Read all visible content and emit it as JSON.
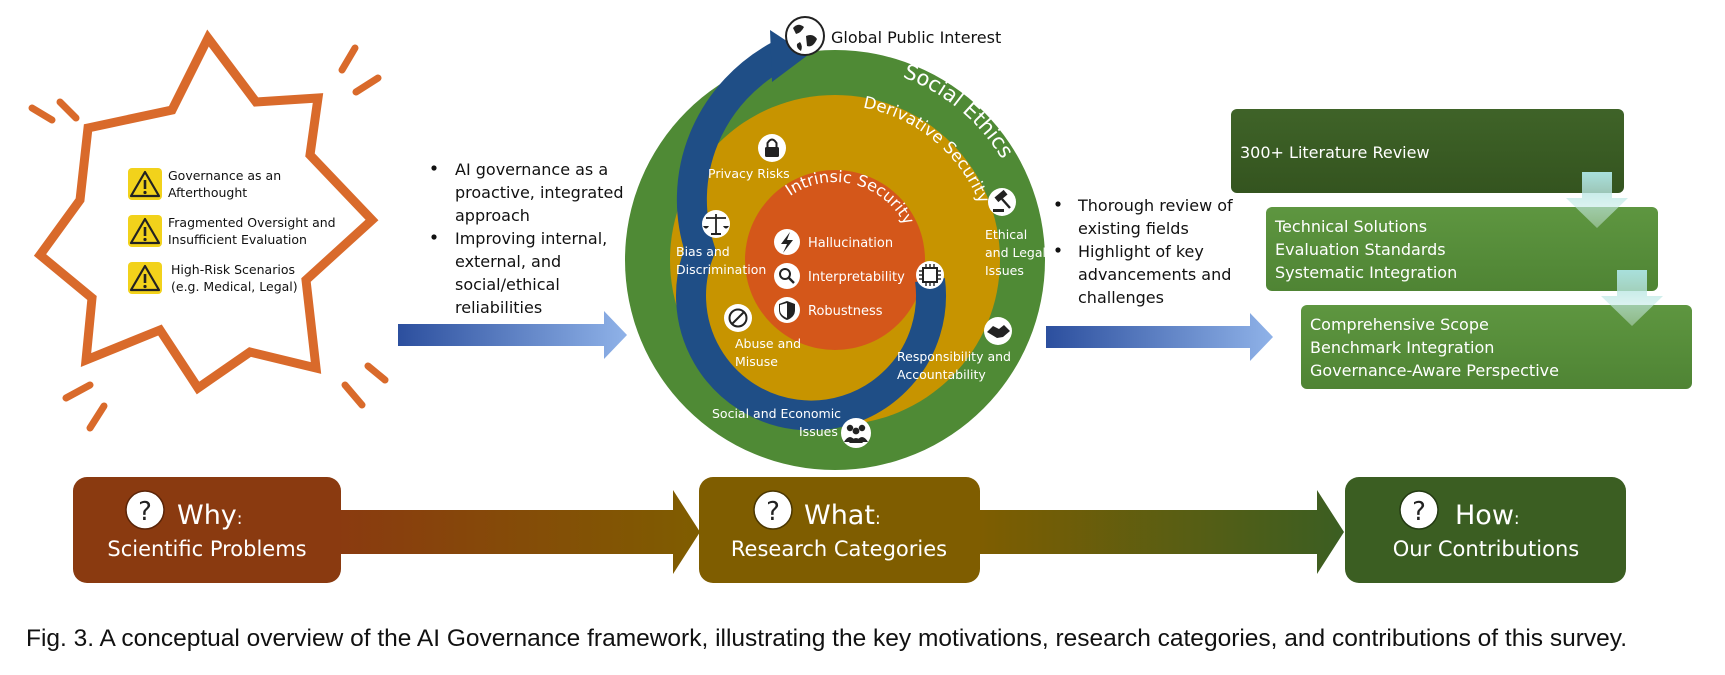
{
  "problems": {
    "items": [
      "Governance as an Afterthought",
      "Fragmented Oversight and Insufficient Evaluation",
      "High-Risk Scenarios (e.g. Medical, Legal)"
    ],
    "lines": [
      [
        "Governance as an",
        "Afterthought"
      ],
      [
        "Fragmented Oversight and",
        "Insufficient Evaluation"
      ],
      [
        "High-Risk Scenarios",
        "(e.g. Medical, Legal)"
      ]
    ]
  },
  "left_bullets": [
    "AI governance as a proactive, integrated approach",
    "Improving internal, external, and social/ethical reliabilities"
  ],
  "left_bullet_lines": [
    [
      "AI governance as a",
      "proactive, integrated",
      "approach"
    ],
    [
      "Improving internal,",
      "external, and",
      "social/ethical",
      "reliabilities"
    ]
  ],
  "circle": {
    "top_label": "Global Public Interest",
    "outer_title": "Social Ethics",
    "middle_title": "Derivative Security",
    "inner_title": "Intrinsic Security",
    "inner_items": [
      "Hallucination",
      "Interpretability",
      "Robustness"
    ],
    "middle_items": {
      "privacy": "Privacy Risks",
      "bias": [
        "Bias and",
        "Discrimination"
      ],
      "abuse": [
        "Abuse and",
        "Misuse"
      ]
    },
    "outer_items": {
      "ethical": [
        "Ethical",
        "and Legal",
        "Issues"
      ],
      "responsibility": [
        "Responsibility and",
        "Accountability"
      ],
      "social": [
        "Social and Economic",
        "Issues"
      ]
    }
  },
  "right_bullets": [
    "Thorough review of existing fields",
    "Highlight of key advancements and challenges"
  ],
  "right_bullet_lines": [
    [
      "Thorough review of",
      "existing fields"
    ],
    [
      "Highlight of key",
      "advancements and",
      "challenges"
    ]
  ],
  "contributions": {
    "box1": [
      "300+ Literature Review"
    ],
    "box2": [
      "Technical Solutions",
      "Evaluation Standards",
      "Systematic Integration"
    ],
    "box3": [
      "Comprehensive Scope",
      "Benchmark Integration",
      "Governance-Aware Perspective"
    ]
  },
  "bottom": {
    "why": {
      "title": "Why",
      "colon": ":",
      "subtitle": "Scientific Problems"
    },
    "what": {
      "title": "What",
      "colon": ":",
      "subtitle": "Research Categories"
    },
    "how": {
      "title": "How",
      "colon": ":",
      "subtitle": "Our Contributions"
    }
  },
  "caption": "Fig. 3. A conceptual overview of the AI Governance framework, illustrating the key motivations, research categories, and contributions of this survey.",
  "colors": {
    "burst": "#d96a2b",
    "warning": "#f2d21b",
    "outer_ring": "#4f8a35",
    "middle_ring": "#c79400",
    "inner_ring": "#d4571a",
    "blue_arrow": "#1f4e86",
    "why_box": "#8a3a10",
    "what_box": "#7f5d00",
    "how_box": "#3b5e22",
    "contrib_dark": "#3d5e27",
    "contrib_light": "#5a8f3c"
  }
}
